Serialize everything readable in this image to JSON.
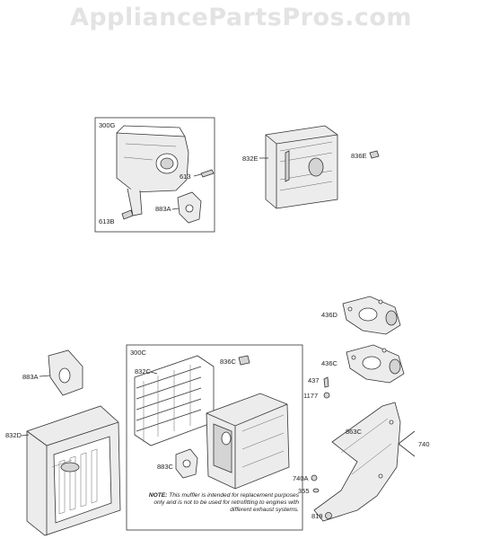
{
  "watermark": "AppliancePartsPros.com",
  "labels": {
    "l300G": "300G",
    "l613": "613",
    "l613B": "613B",
    "l883A_top": "883A",
    "l832E": "832E",
    "l836E": "836E",
    "l436D": "436D",
    "l436C": "436C",
    "l437": "437",
    "l1177": "1177",
    "l863C": "863C",
    "l740": "740",
    "l740A": "740A",
    "l355": "355",
    "l819": "819",
    "l883A_left": "883A",
    "l832D": "832D",
    "l300C": "300C",
    "l832C": "832C",
    "l836C": "836C",
    "l883C": "883C"
  },
  "note": {
    "prefix": "NOTE:",
    "text": "This muffler is intended for replacement purposes only and is not to be used for retrofitting to engines with different exhaust systems."
  }
}
